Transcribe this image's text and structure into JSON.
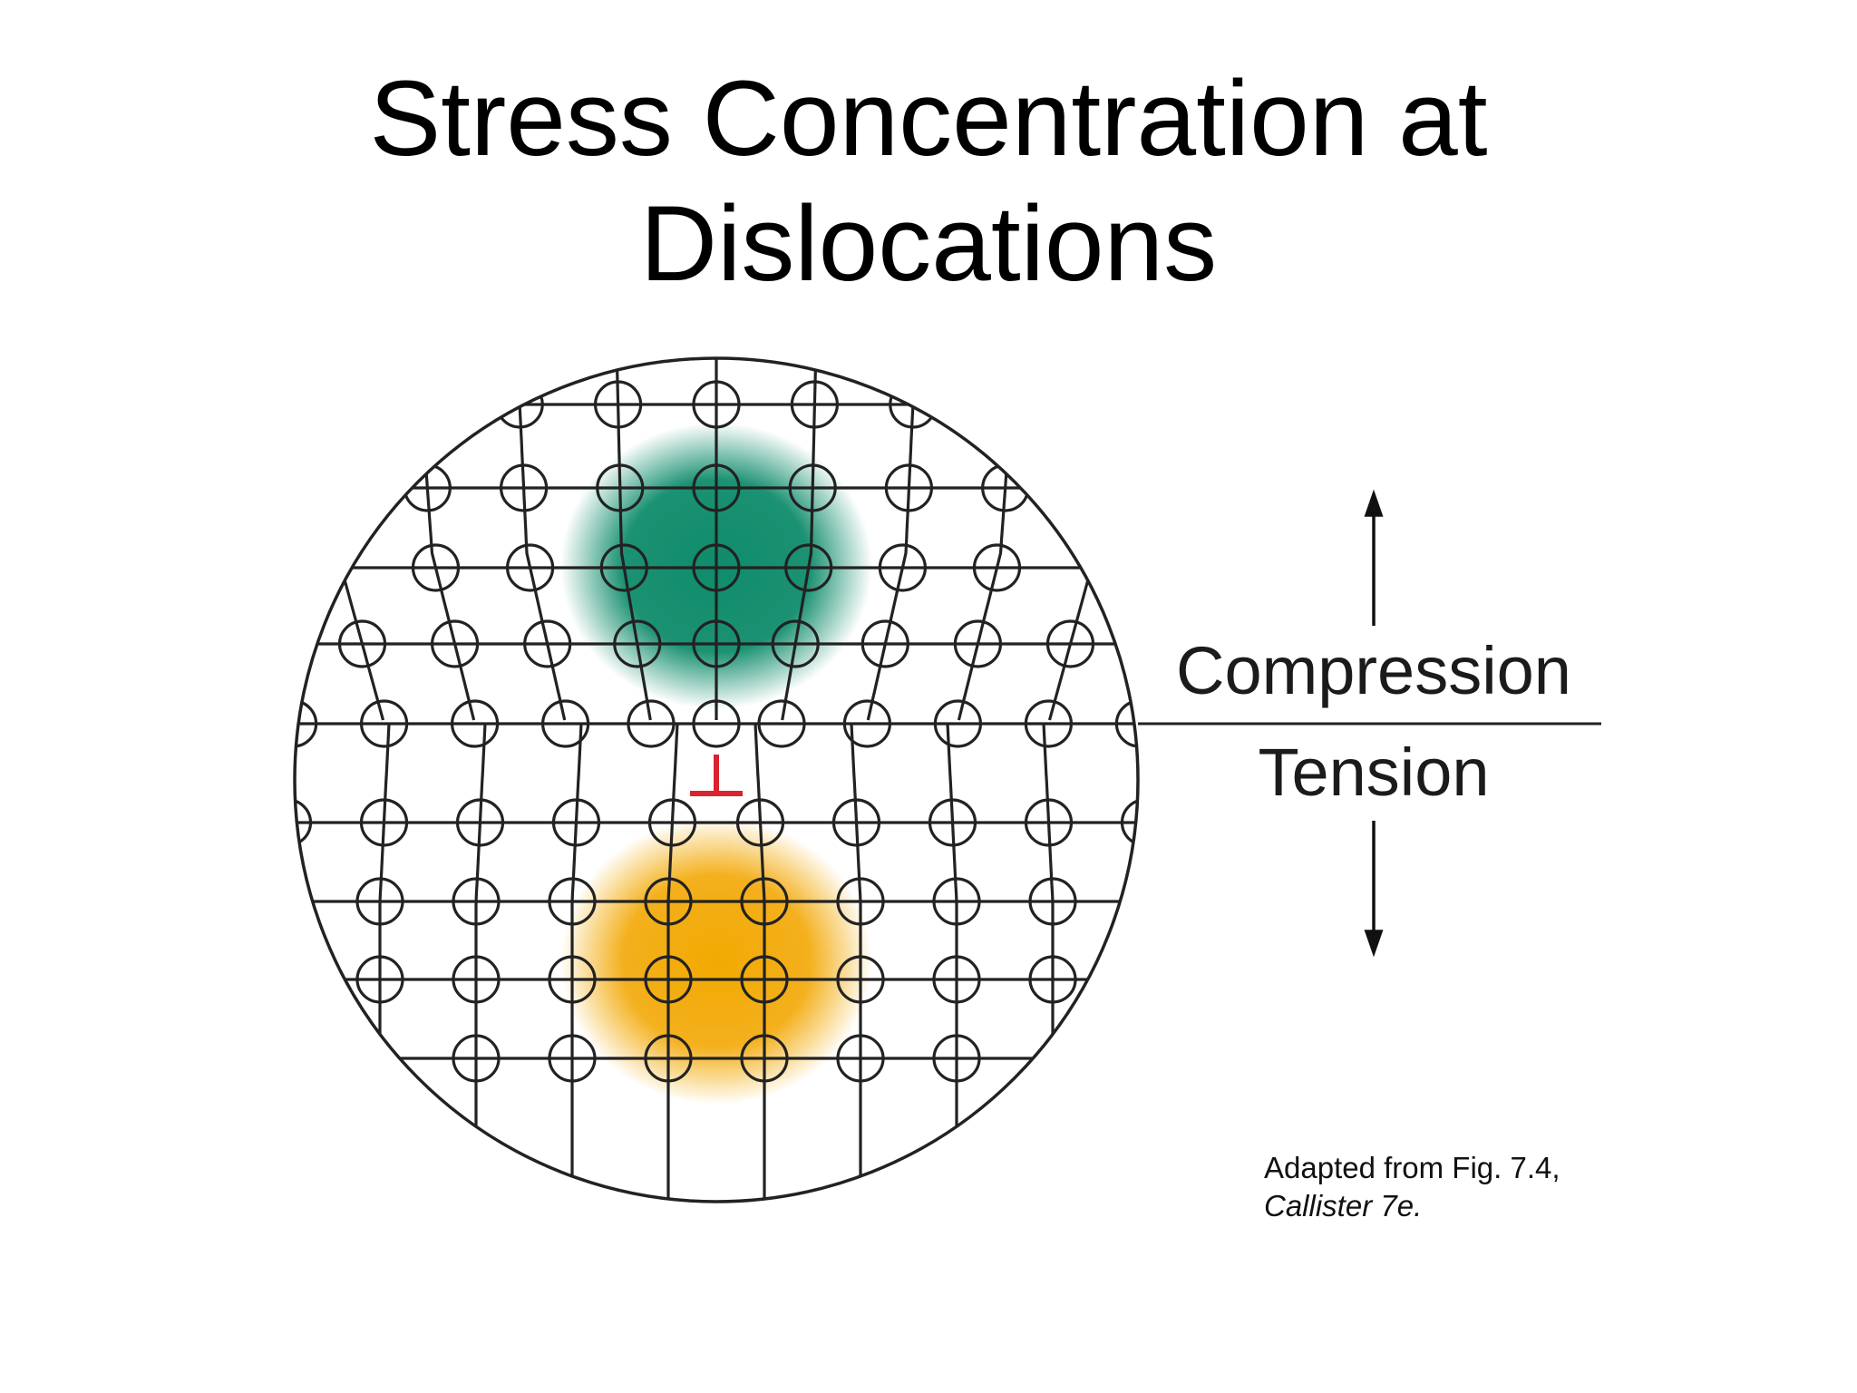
{
  "slide": {
    "title_line1": "Stress Concentration at",
    "title_line2": "Dislocations"
  },
  "diagram": {
    "label_compression": "Compression",
    "label_tension": "Tension",
    "dislocation_symbol": "⊥",
    "colors": {
      "compression_zone": "#0f8c6b",
      "tension_zone": "#f2a900",
      "dislocation": "#d9232e",
      "lattice": "#222222"
    }
  },
  "caption": {
    "reference": "Adapted from Fig. 7.4,",
    "source": "Callister 7e."
  }
}
